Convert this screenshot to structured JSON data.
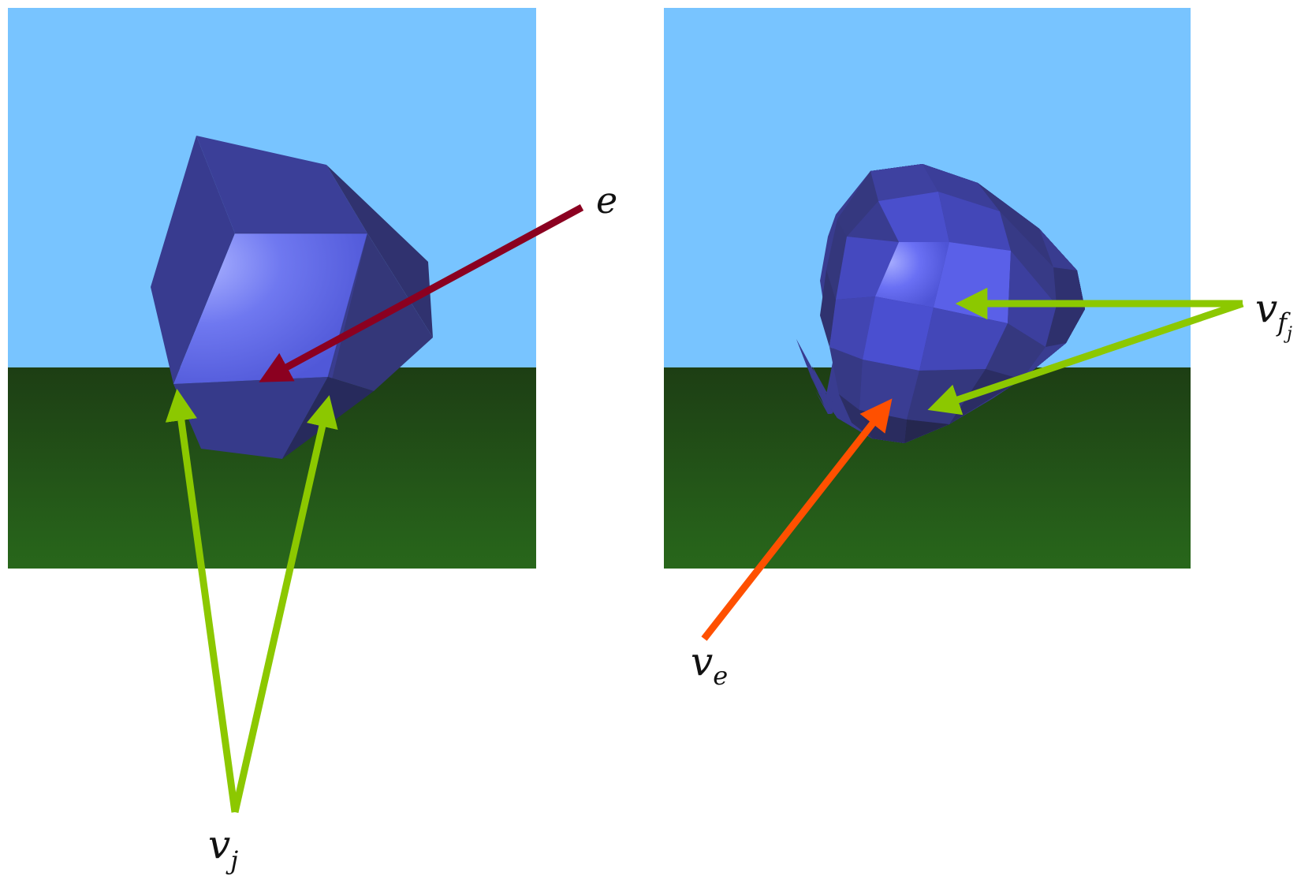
{
  "colors": {
    "sky": "#78c4ff",
    "ground_top": "#1d3e14",
    "ground_bottom": "#28671b",
    "mesh_base": "#3a3d96",
    "mesh_light": "#8e96ff",
    "edge_arrow": "#8b0020",
    "vertex_arrow": "#8cc800",
    "ve_arrow": "#ff5000",
    "label_text": "#111111"
  },
  "left_panel": {
    "edge_label": {
      "base": "e"
    },
    "vertex_label": {
      "base": "v",
      "sub": "j"
    }
  },
  "right_panel": {
    "face_vertex_label": {
      "base": "v",
      "sub": "f",
      "subsub": "j"
    },
    "edge_vertex_label": {
      "base": "v",
      "sub": "e"
    }
  }
}
